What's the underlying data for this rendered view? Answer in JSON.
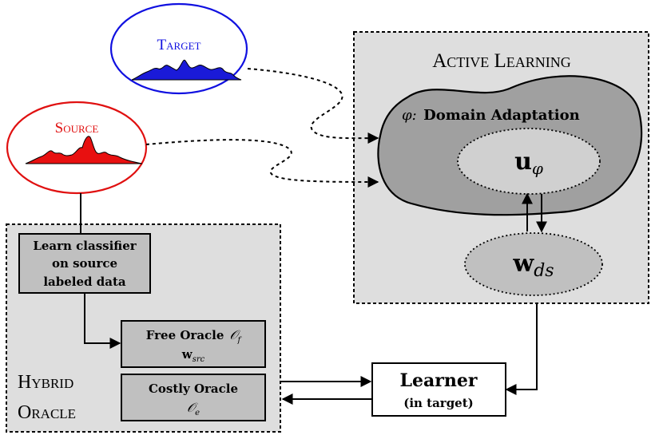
{
  "target": {
    "label": "Target",
    "color": "#1010e0"
  },
  "source": {
    "label": "Source",
    "color": "#e01010"
  },
  "active_learning": {
    "title": "Active Learning",
    "domain_adaptation": {
      "phi": "φ:",
      "label": "Domain Adaptation"
    },
    "u_main": "u",
    "u_sub": "φ",
    "w_main": "w",
    "w_sub": "ds"
  },
  "hybrid_oracle": {
    "title_line1": "Hybrid",
    "title_line2": "Oracle",
    "learn_box": [
      "Learn classifier",
      "on source",
      "labeled data"
    ],
    "free_oracle": {
      "label": "Free Oracle",
      "symbol": "𝒪",
      "sub": "f",
      "w_main": "w",
      "w_sub": "src"
    },
    "costly_oracle": {
      "label": "Costly Oracle",
      "symbol": "𝒪",
      "sub": "e"
    }
  },
  "learner": {
    "title": "Learner",
    "subtitle": "(in target)"
  },
  "colors": {
    "panel_fill": "#dedede",
    "blob_fill": "#a0a0a0",
    "inner_ellipse_fill": "#d0d0d0",
    "box_fill": "#c0c0c0",
    "target_fill": "#1a1ad8",
    "source_fill": "#e81010"
  }
}
